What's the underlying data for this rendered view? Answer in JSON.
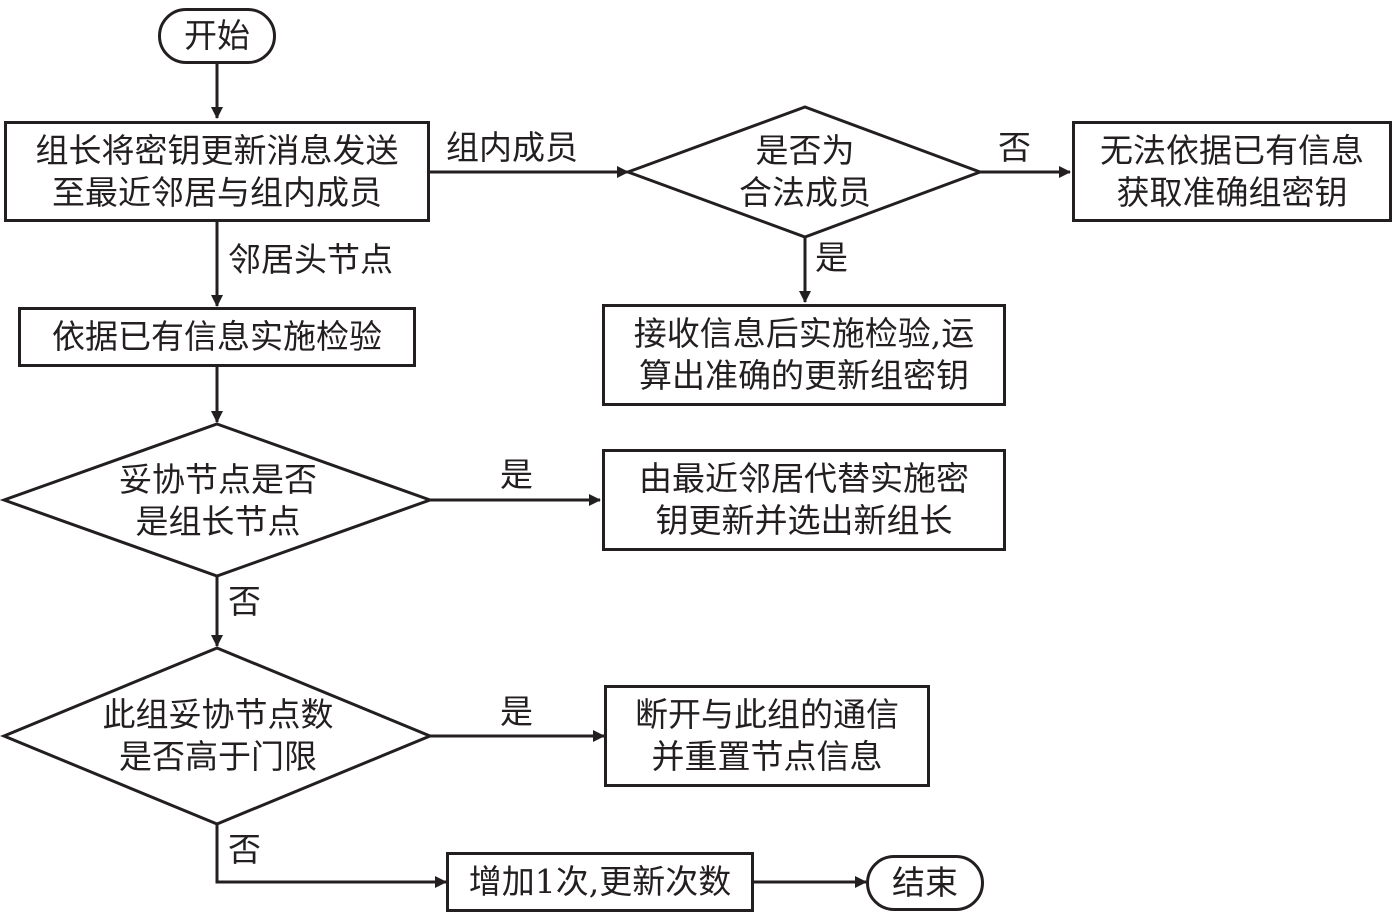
{
  "title": "组长密钥更新流程",
  "nodes": {
    "start": "开始",
    "send": [
      "组长将密钥更新消息发送",
      "至最近邻居与组内成员"
    ],
    "check_existing": "依据已有信息实施检验",
    "is_legal": [
      "是否为",
      "合法成员"
    ],
    "cannot_get": [
      "无法依据已有信息",
      "获取准确组密钥"
    ],
    "receive_verify": [
      "接收信息后实施检验,运",
      "算出准确的更新组密钥"
    ],
    "is_leader": [
      "妥协节点是否",
      "是组长节点"
    ],
    "neighbor_replace": [
      "由最近邻居代替实施密",
      "钥更新并选出新组长"
    ],
    "threshold": [
      "此组妥协节点数",
      "是否高于门限"
    ],
    "disconnect": [
      "断开与此组的通信",
      "并重置节点信息"
    ],
    "increment": "增加1次,更新次数",
    "end": "结束"
  },
  "edge_labels": {
    "group_members": "组内成员",
    "neighbor_head": "邻居头节点",
    "legal_no": "否",
    "legal_yes": "是",
    "leader_yes": "是",
    "leader_no": "否",
    "threshold_yes": "是",
    "threshold_no": "否"
  },
  "colors": {
    "stroke": "#231f20",
    "background": "#ffffff"
  }
}
